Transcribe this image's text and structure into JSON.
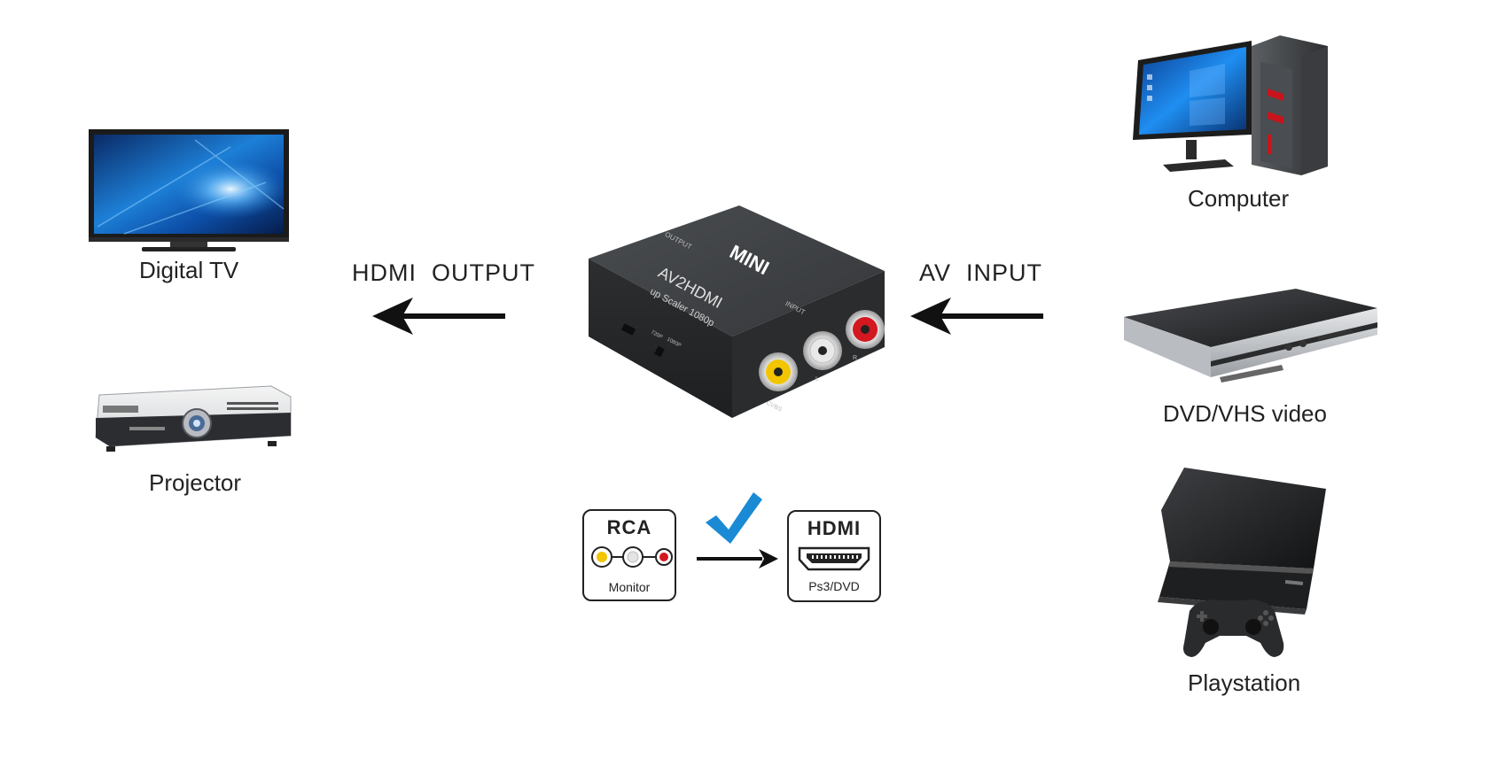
{
  "devices": {
    "digital_tv": "Digital TV",
    "projector": "Projector",
    "computer": "Computer",
    "dvd_vhs": "DVD/VHS video",
    "playstation": "Playstation"
  },
  "flows": {
    "output": "HDMI  OUTPUT",
    "input": "AV  INPUT"
  },
  "adapter": {
    "brand": "MINI",
    "model": "AV2HDMI",
    "subtitle": "up Scaler 1080p",
    "output_port": "OUTPUT",
    "input_port": "INPUT",
    "switch_a": "720P",
    "switch_b": "1080P",
    "jack_cvbs": "CVBS",
    "jack_l": "L",
    "jack_r": "R"
  },
  "conversion": {
    "source_title": "RCA",
    "source_caption": "Monitor",
    "target_title": "HDMI",
    "target_caption": "Ps3/DVD"
  },
  "colors": {
    "check": "#1a8ad4",
    "jack_yellow": "#f2c500",
    "jack_white": "#e8e8e8",
    "jack_red": "#d4181f",
    "adapter_body": "#3a3c3e"
  }
}
